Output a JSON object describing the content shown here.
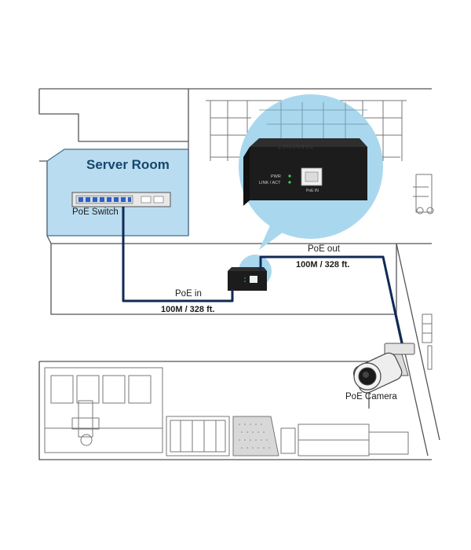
{
  "colors": {
    "server_room_fill": "#b9dcf0",
    "zoom_circle_fill": "#a9d8ee",
    "cable": "#102a55",
    "line": "#555555",
    "device_body": "#1c1c1c",
    "led_green": "#3ecf4a"
  },
  "labels": {
    "server_room": "Server Room",
    "poe_switch": "PoE Switch",
    "poe_in": "PoE in",
    "poe_in_speed": "100M / 328 ft.",
    "poe_out": "PoE out",
    "poe_out_speed": "100M / 328 ft.",
    "poe_camera": "PoE Camera"
  },
  "device": {
    "brand": "TRENDNET",
    "led_pwr": "PWR",
    "led_link": "LINK / ACT",
    "port_label": "PoE IN"
  },
  "icons": [
    "poe-switch-icon",
    "poe-injector-icon",
    "ip-camera-icon",
    "forklift-icon",
    "warehouse-shelf-icon"
  ]
}
